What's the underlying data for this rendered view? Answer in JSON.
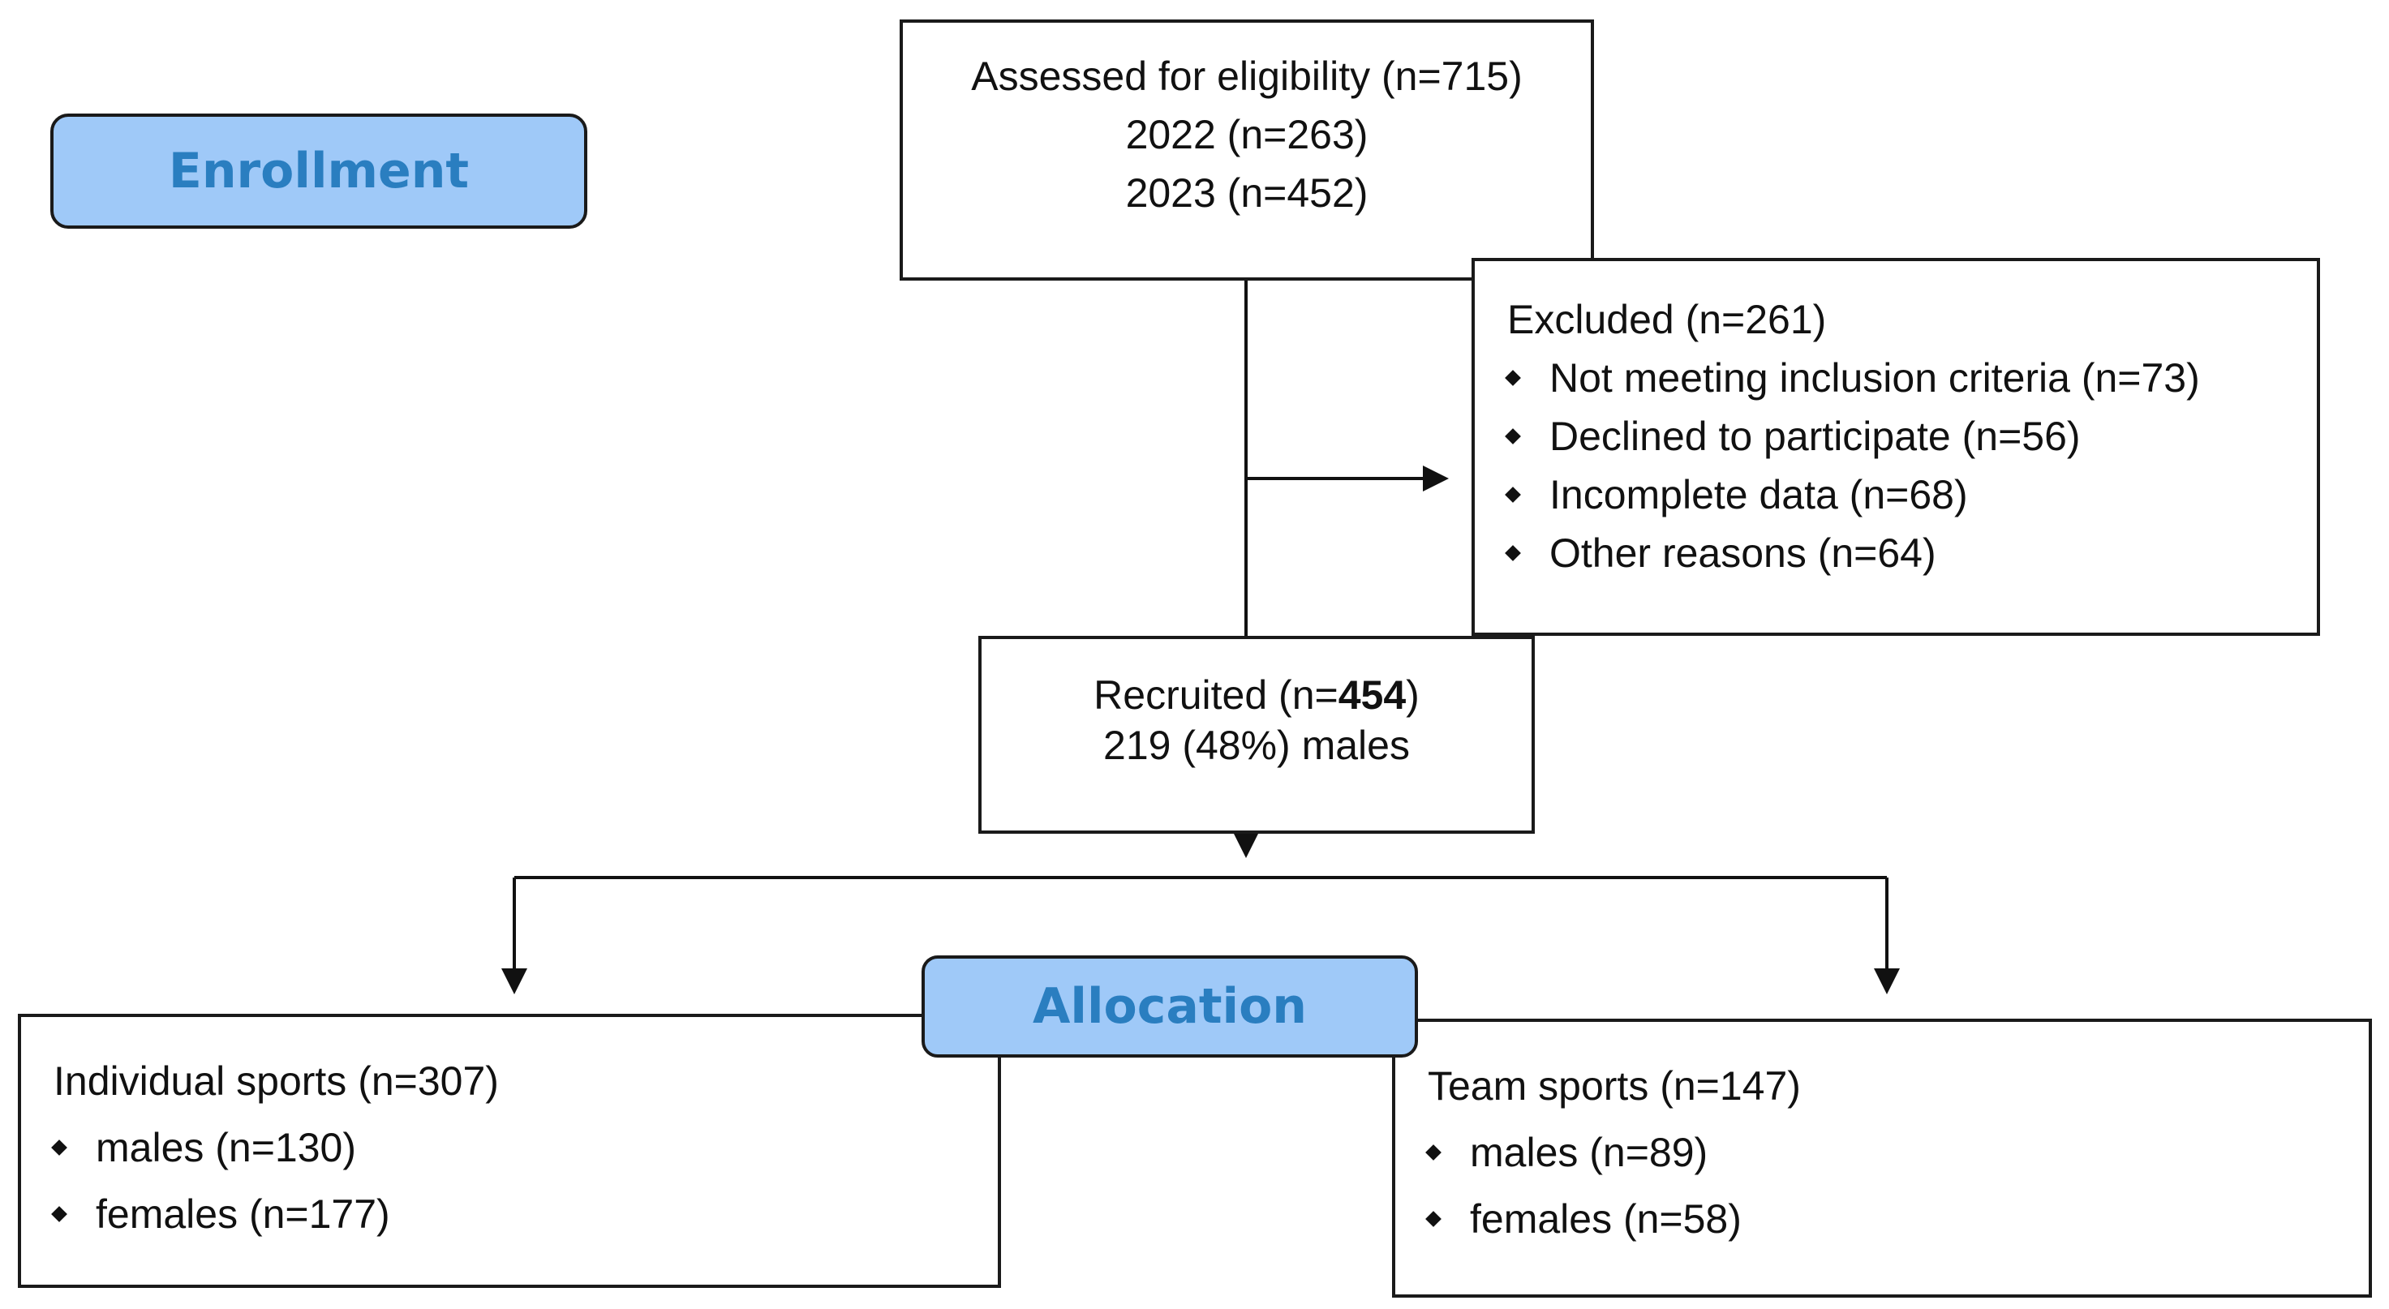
{
  "enrollment": {
    "label": "Enrollment"
  },
  "allocation": {
    "label": "Allocation"
  },
  "assessed": {
    "lines": [
      "Assessed for eligibility (n=715)",
      "2022 (n=263)",
      "2023 (n=452)"
    ]
  },
  "excluded": {
    "title": "Excluded  (n=261)",
    "items": [
      "Not meeting inclusion criteria (n=73)",
      "Declined to participate (n=56)",
      "Incomplete data (n=68)",
      "Other reasons (n=64)"
    ]
  },
  "recruited": {
    "prefix": "Recruited (n=",
    "count": "454",
    "suffix": ")",
    "line2": "219 (48%) males"
  },
  "individual": {
    "title": "Individual sports (n=307)",
    "items": [
      "males (n=130)",
      "females (n=177)"
    ]
  },
  "team": {
    "title": "Team sports (n=147)",
    "items": [
      "males (n=89)",
      "females (n=58)"
    ]
  }
}
